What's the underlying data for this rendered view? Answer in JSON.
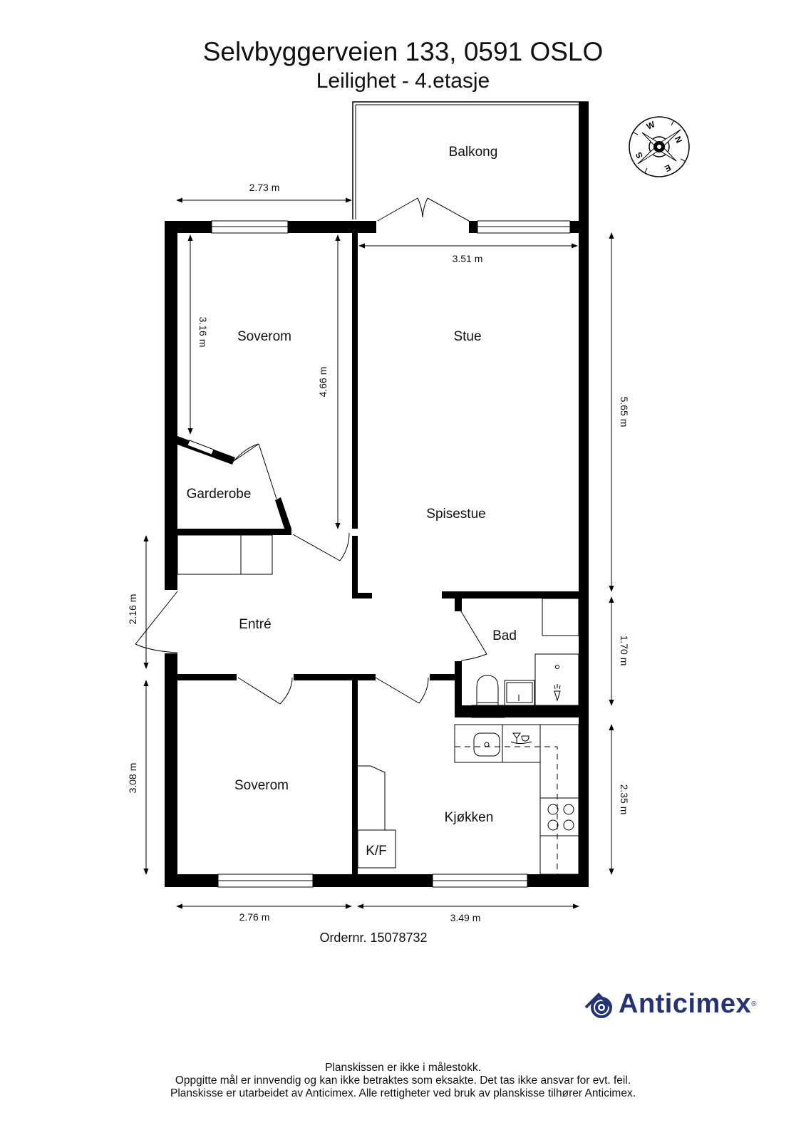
{
  "header": {
    "address": "Selvbyggerveien 133, 0591 OSLO",
    "unit": "Leilighet - 4.etasje"
  },
  "compass": {
    "labels": [
      "W",
      "N",
      "E",
      "S"
    ]
  },
  "rooms": {
    "balcony": "Balkong",
    "bedroom_top": "Soverom",
    "living": "Stue",
    "closet": "Garderobe",
    "dining": "Spisestue",
    "entry": "Entré",
    "bath": "Bad",
    "bedroom_bottom": "Soverom",
    "kitchen": "Kjøkken",
    "fridge_freezer": "K/F"
  },
  "dimensions": {
    "bedroom_top_width": "2.73 m",
    "living_width": "3.51 m",
    "bedroom_top_depth": "3.16 m",
    "bedroom_top_total": "4.66 m",
    "living_depth": "5.65 m",
    "entry_depth": "2.16 m",
    "bath_depth": "1.70 m",
    "bedroom_bottom_depth": "3.08 m",
    "kitchen_depth": "2.35 m",
    "bedroom_bottom_width": "2.76 m",
    "kitchen_width": "3.49 m"
  },
  "order": "Ordernr. 15078732",
  "brand": {
    "name": "Anticimex",
    "reg": "®",
    "color": "#23337a"
  },
  "footer": {
    "line1": "Planskissen er ikke i målestokk.",
    "line2": "Oppgitte mål er innvendig og kan ikke betraktes som eksakte. Det tas ikke ansvar for evt. feil.",
    "line3": "Planskisse er utarbeidet av Anticimex. Alle rettigheter ved bruk av planskisse tilhører Anticimex."
  }
}
